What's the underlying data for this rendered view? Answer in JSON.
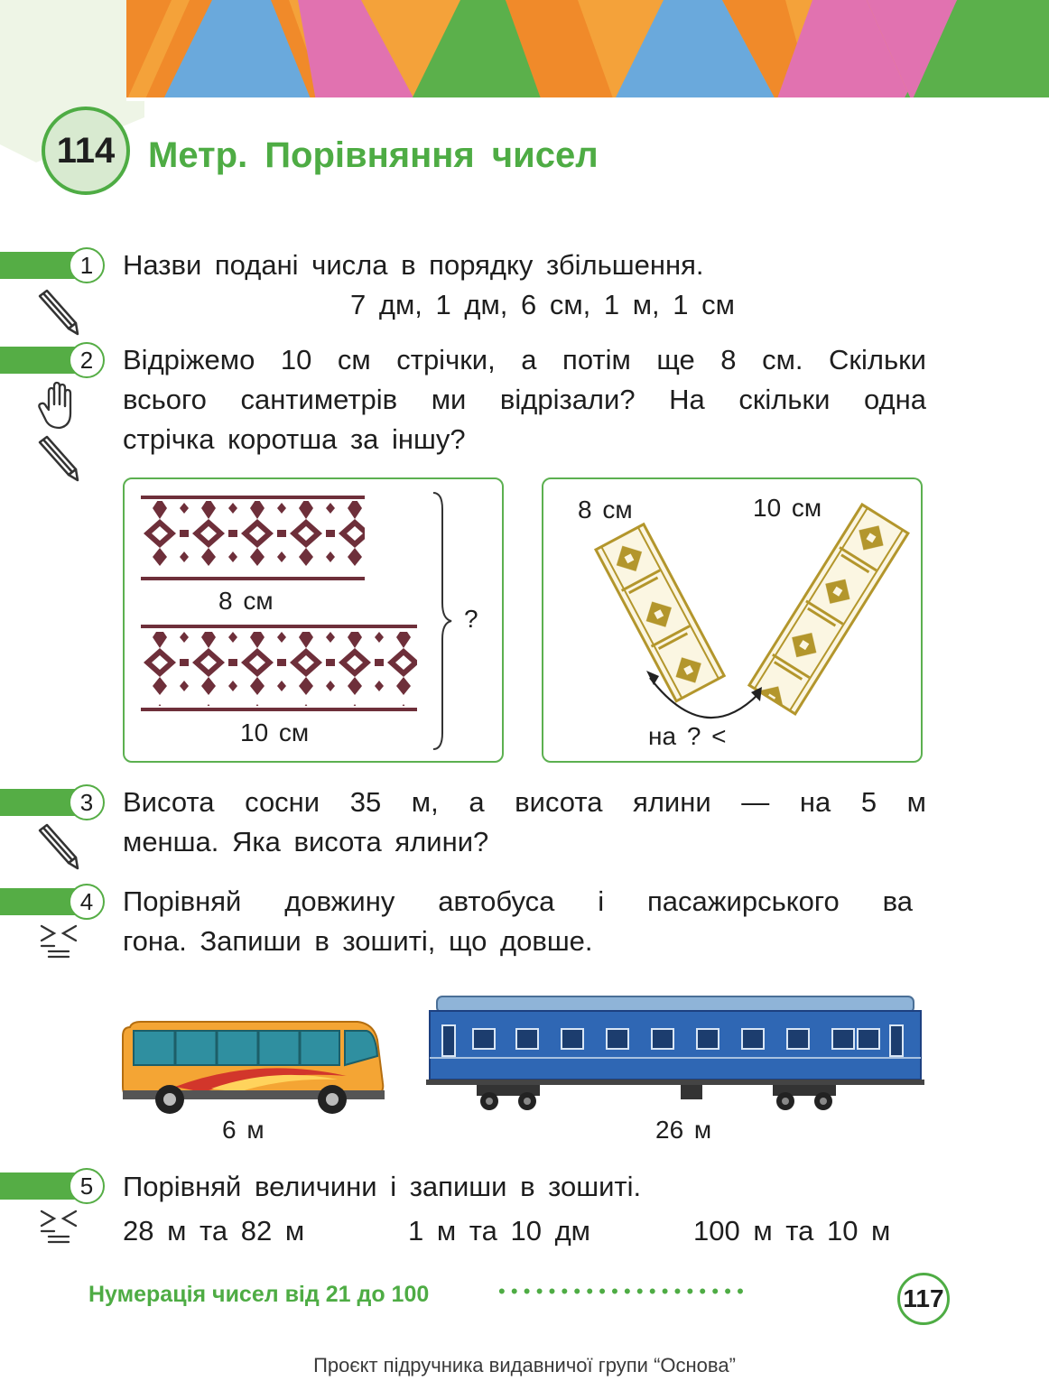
{
  "colors": {
    "green": "#4eac44",
    "brown": "#6e2f3a",
    "gold": "#b3962c",
    "orange": "#f4a534",
    "blue": "#2f67b4"
  },
  "lesson": {
    "number": "114",
    "title": "Метр. Порівняння чисел"
  },
  "tasks": [
    {
      "number": "1",
      "icon": "pencil-icon",
      "lines": [
        "Назви подані числа в порядку збільшення.",
        "7 дм, 1 дм, 6 см, 1 м, 1 см"
      ]
    },
    {
      "number": "2",
      "icons": [
        "hand-icon",
        "pencil-icon"
      ],
      "lines": [
        "Відріжемо 10 см стрічки, а потім ще 8 см. Скільки",
        "всього сантиметрів ми відрізали? На скільки одна",
        "стрічка коротша за іншу?"
      ]
    },
    {
      "number": "3",
      "icon": "pencil-icon",
      "lines": [
        "Висота сосни 35 м, а висота ялини — на 5 м",
        "менша. Яка висота ялини?"
      ]
    },
    {
      "number": "4",
      "icon": "compare-icon",
      "lines": [
        "Порівняй довжину автобуса і пасажирського ва",
        "гона. Запиши в зошиті, що довше."
      ]
    },
    {
      "number": "5",
      "icon": "compare-icon",
      "lines": [
        "Порівняй величини і запиши в зошиті."
      ],
      "items": [
        "28 м та 82 м",
        "1 м та 10 дм",
        "100 м та 10 м"
      ]
    }
  ],
  "ribbons_left": {
    "top_label": "8 см",
    "bottom_label": "10 см",
    "question": "?"
  },
  "ribbons_right": {
    "left_label": "8 см",
    "right_label": "10 см",
    "bottom_label": "на ? <"
  },
  "vehicles": {
    "bus_label": "6 м",
    "wagon_label": "26 м"
  },
  "footer": {
    "section": "Нумерація чисел від 21 до 100",
    "dots": "••••••••••••••••••••",
    "page": "117"
  },
  "credit": "Проєкт підручника видавничої групи “Основа”"
}
